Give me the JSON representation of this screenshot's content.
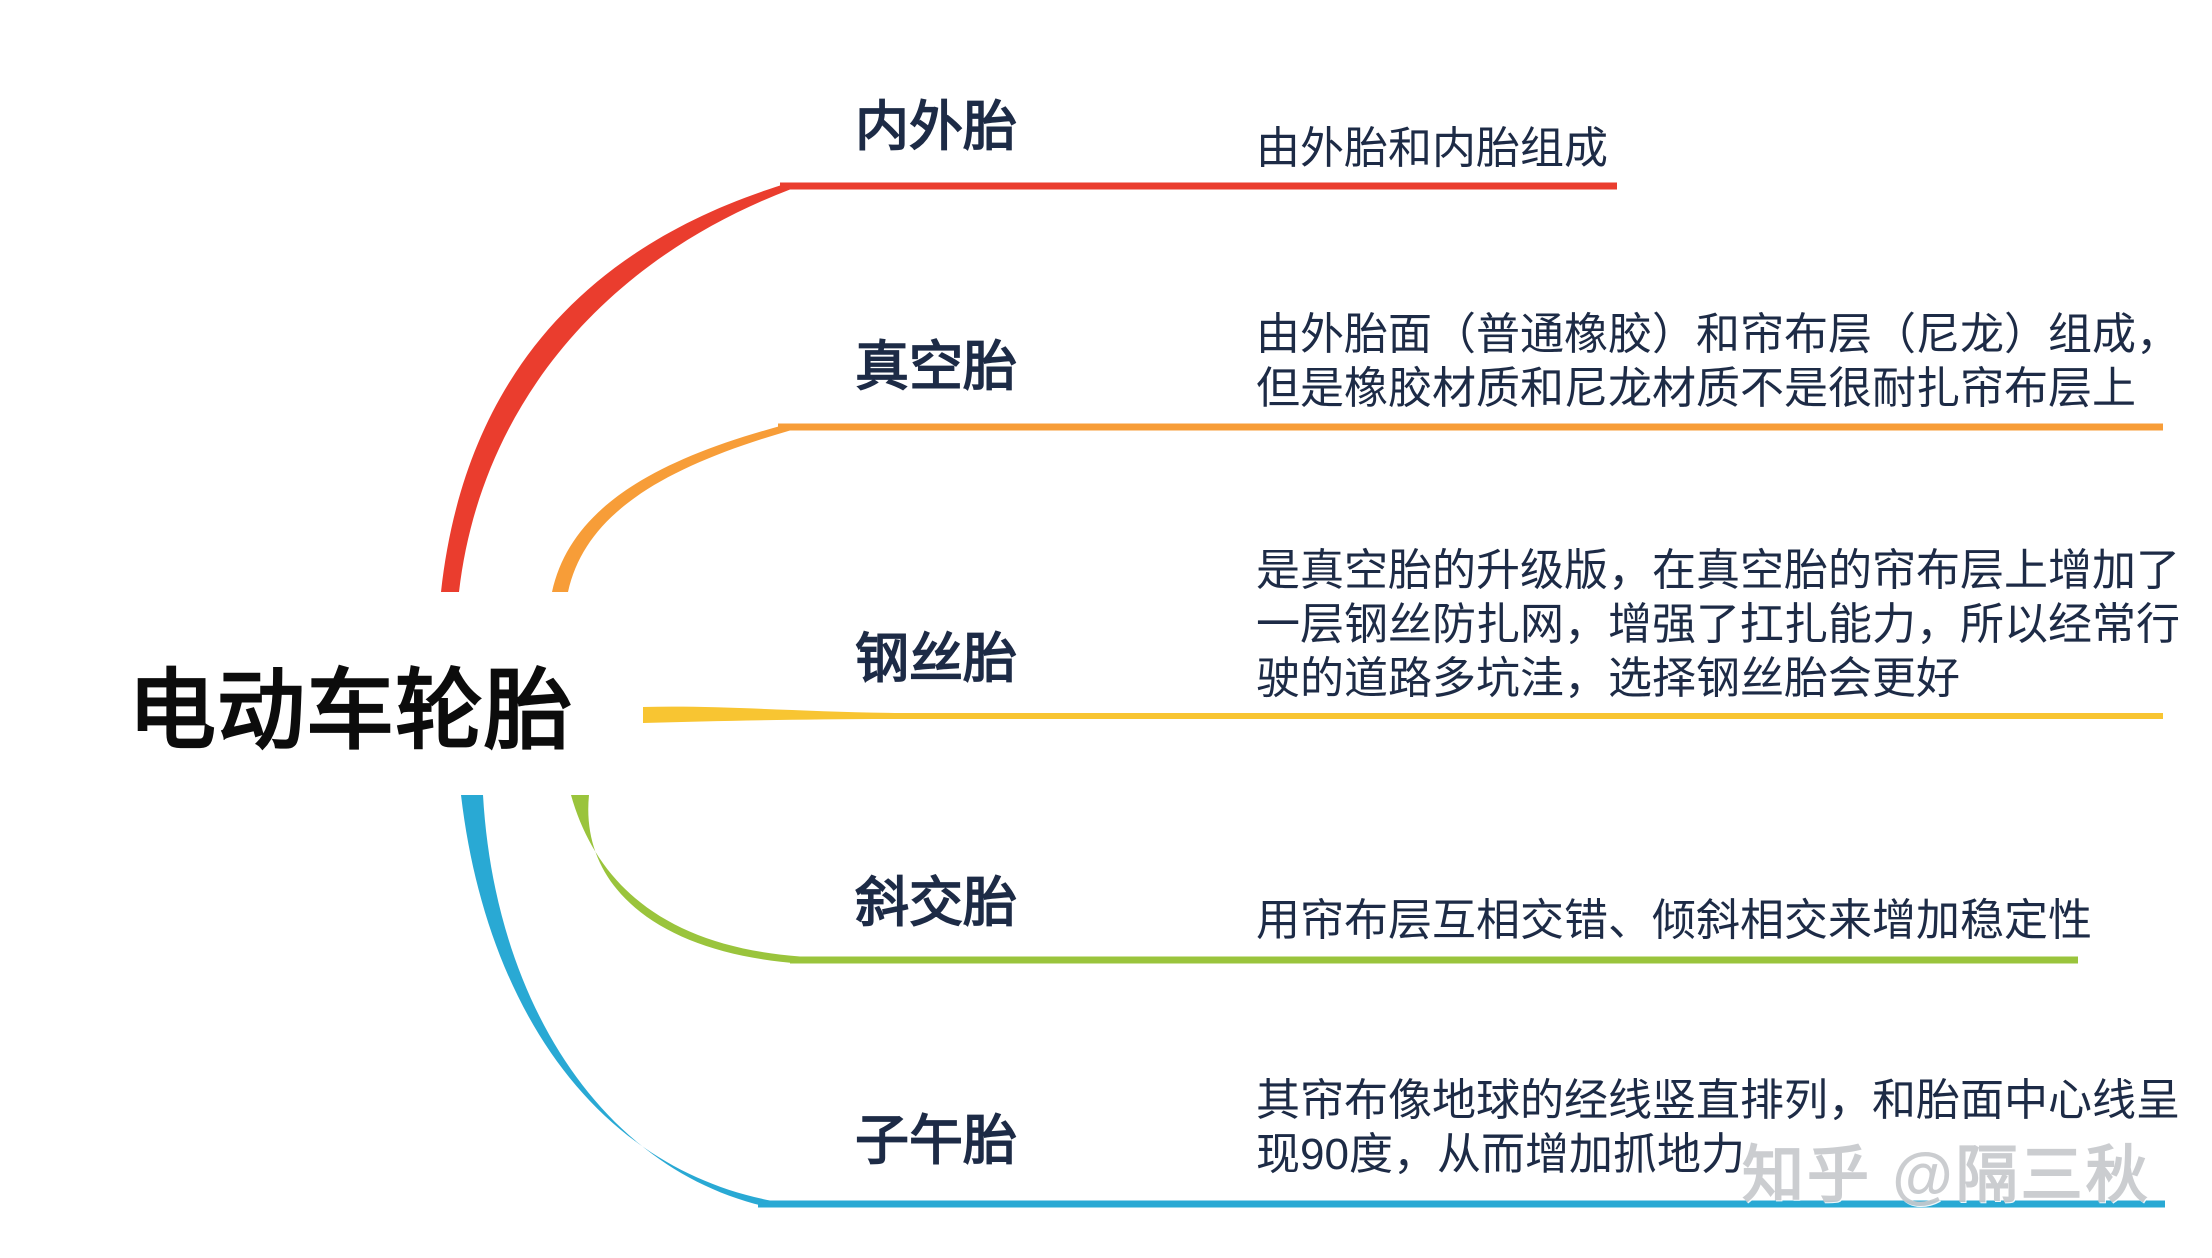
{
  "page": {
    "background": "#ffffff",
    "type": "mind-map"
  },
  "central_topic": {
    "label": "电动车轮胎",
    "color": "#0c0c0c"
  },
  "branches": [
    {
      "id": "inner-outer-tire",
      "label": "内外胎",
      "description": "由外胎和内胎组成",
      "color": "#ea3d2e"
    },
    {
      "id": "vacuum-tire",
      "label": "真空胎",
      "description": "由外胎面（普通橡胶）和帘布层（尼龙）组成，但是橡胶材质和尼龙材质不是很耐扎帘布层上",
      "color": "#f79d38"
    },
    {
      "id": "steel-wire-tire",
      "label": "钢丝胎",
      "description": "是真空胎的升级版，在真空胎的帘布层上增加了一层钢丝防扎网，增强了扛扎能力，所以经常行驶的道路多坑洼，选择钢丝胎会更好",
      "color": "#f8c532"
    },
    {
      "id": "bias-tire",
      "label": "斜交胎",
      "description": "用帘布层互相交错、倾斜相交来增加稳定性",
      "color": "#9ac43c"
    },
    {
      "id": "radial-tire",
      "label": "子午胎",
      "description": "其帘布像地球的经线竖直排列，和胎面中心线呈现90度，从而增加抓地力",
      "color": "#29a9d4"
    }
  ],
  "text_color": "#1d2b46",
  "watermark": {
    "text": "知乎 @隔三秋",
    "color": "#c7c9cd"
  }
}
